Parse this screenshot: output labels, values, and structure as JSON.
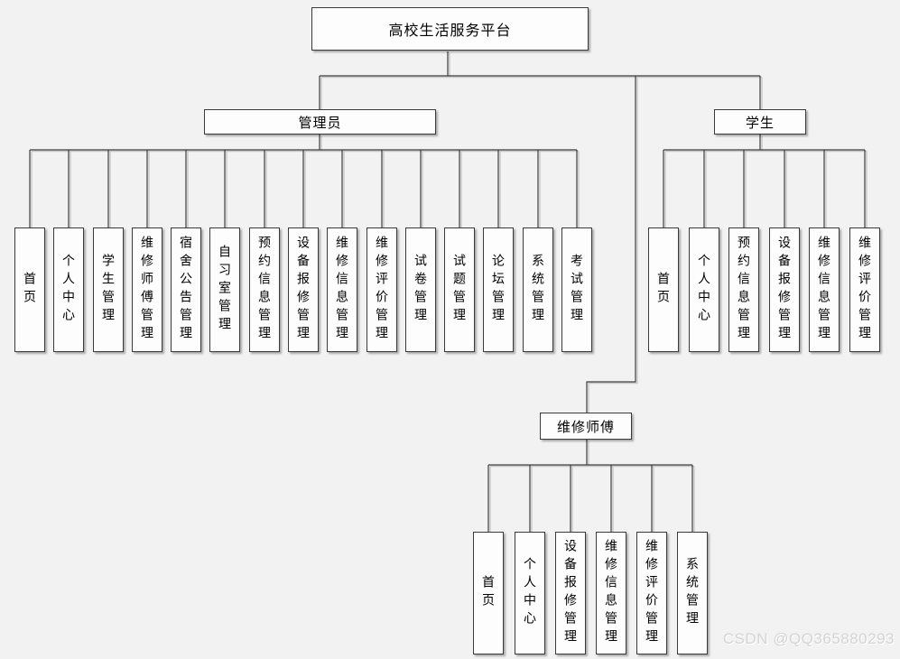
{
  "diagram": {
    "title": "高校生活服务平台",
    "watermark": "CSDN @QQ365880293",
    "colors": {
      "background": "#f2f2f2",
      "box_fill": "#fdfdfd",
      "box_border": "#3a3a3a",
      "line": "#3d3d3d",
      "line_shadow": "#bdbdbd",
      "watermark": "#d4d4d4"
    },
    "roles": {
      "admin": {
        "label": "管理员",
        "children": [
          "首页",
          "个人中心",
          "学生管理",
          "维修师傅管理",
          "宿舍公告管理",
          "自习室管理",
          "预约信息管理",
          "设备报修管理",
          "维修信息管理",
          "维修评价管理",
          "试卷管理",
          "试题管理",
          "论坛管理",
          "系统管理",
          "考试管理"
        ]
      },
      "student": {
        "label": "学生",
        "children": [
          "首页",
          "个人中心",
          "预约信息管理",
          "设备报修管理",
          "维修信息管理",
          "维修评价管理"
        ]
      },
      "worker": {
        "label": "维修师傅",
        "children": [
          "首页",
          "个人中心",
          "设备报修管理",
          "维修信息管理",
          "维修评价管理",
          "系统管理"
        ]
      }
    }
  }
}
